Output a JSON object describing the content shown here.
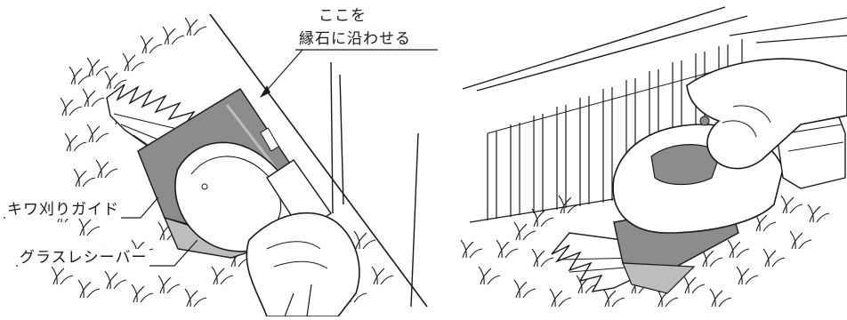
{
  "labels": {
    "curb_line1": "ここを",
    "curb_line2": "縁石に沿わせる",
    "edge_guide": "キワ刈りガイド",
    "grass_receiver": "グラスレシーバー"
  },
  "colors": {
    "line": "#1a1a1a",
    "shade": "#8c8c8c",
    "light_shade": "#bdbdbd",
    "background": "#ffffff"
  },
  "icons": [
    "left-illustration-trimmer",
    "right-illustration-trimmer"
  ]
}
